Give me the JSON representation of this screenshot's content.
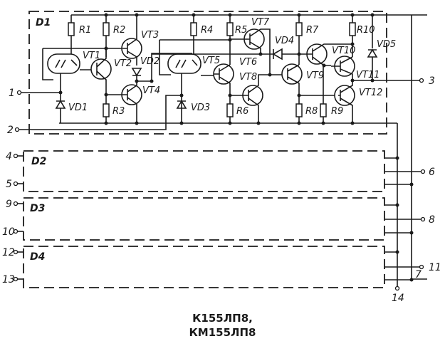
{
  "title_lines": [
    "К155ЛП8,",
    "КМ155ЛП8"
  ],
  "blocks": [
    {
      "id": "D1",
      "label": "D1"
    },
    {
      "id": "D2",
      "label": "D2"
    },
    {
      "id": "D3",
      "label": "D3"
    },
    {
      "id": "D4",
      "label": "D4"
    }
  ],
  "pins": {
    "p1": "1",
    "p2": "2",
    "p3": "3",
    "p4": "4",
    "p5": "5",
    "p6": "6",
    "p7": "7",
    "p8": "8",
    "p9": "9",
    "p10": "10",
    "p11": "11",
    "p12": "12",
    "p13": "13",
    "p14": "14"
  },
  "components": {
    "resistors": [
      "R1",
      "R2",
      "R3",
      "R4",
      "R5",
      "R6",
      "R7",
      "R8",
      "R9",
      "R10"
    ],
    "transistors": [
      "VT1",
      "VT2",
      "VT3",
      "VT4",
      "VT5",
      "VT6",
      "VT7",
      "VT8",
      "VT9",
      "VT10",
      "VT11",
      "VT12"
    ],
    "diodes": [
      "VD1",
      "VD2",
      "VD3",
      "VD4",
      "VD5"
    ]
  }
}
